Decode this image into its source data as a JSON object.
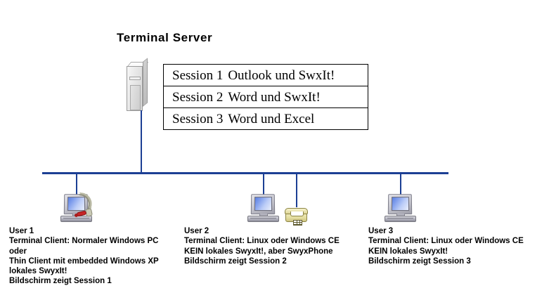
{
  "diagram": {
    "title": "Terminal Server",
    "server_icon": "server-tower-icon",
    "network": {
      "bus_color": "#1c3f94"
    },
    "sessions": [
      {
        "label": "Session 1",
        "apps": "Outlook und SwxIt!"
      },
      {
        "label": "Session 2",
        "apps": "Word und SwxIt!"
      },
      {
        "label": "Session 3",
        "apps": "Word und Excel"
      }
    ],
    "users": [
      {
        "id": "user-1",
        "icon": "computer-with-headset-icon",
        "lines": [
          "User 1",
          "Terminal Client: Normaler Windows PC",
          "oder",
          "Thin Client mit embedded Windows XP",
          "lokales SwyxIt!",
          "Bildschirm zeigt Session 1"
        ]
      },
      {
        "id": "user-2",
        "icon": "computer-icon",
        "extra_icon": "telephone-icon",
        "lines": [
          "User 2",
          "Terminal Client: Linux oder Windows CE",
          "KEIN lokales SwyxIt!, aber SwyxPhone",
          "Bildschirm zeigt Session 2"
        ]
      },
      {
        "id": "user-3",
        "icon": "computer-icon",
        "lines": [
          "User 3",
          "Terminal Client: Linux oder Windows CE",
          "KEIN lokales SwyxIt!",
          "Bildschirm zeigt Session 3"
        ]
      }
    ]
  }
}
